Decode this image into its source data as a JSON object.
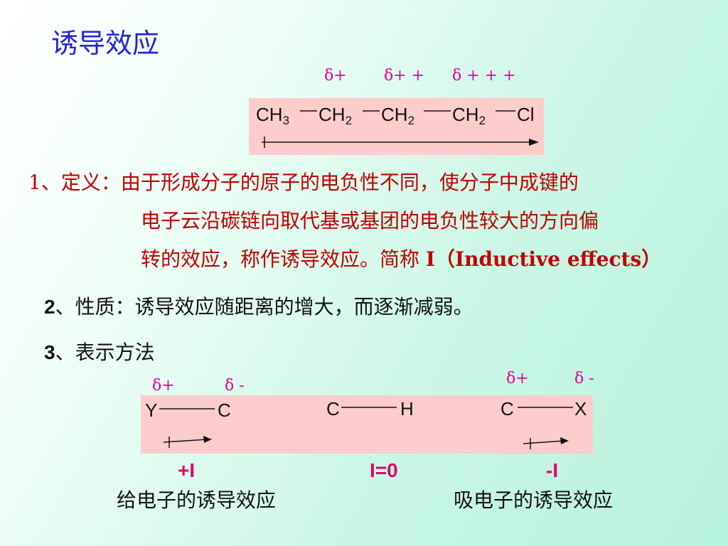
{
  "slide": {
    "title": "诱导效应",
    "top_formula": {
      "deltas": [
        "δ+",
        "δ+ +",
        "δ + + +"
      ],
      "groups": [
        "CH",
        "3",
        "CH",
        "2",
        "CH",
        "2",
        "CH",
        "2",
        "Cl"
      ]
    },
    "definition": {
      "prefix": "1、定义：",
      "line1": "由于形成分子的原子的电负性不同，使分子中成键的",
      "line2": "电子云沿碳链向取代基或基团的电负性较大的方向偏",
      "line3_a": "转的效应，称作诱导效应。简称 ",
      "line3_b": "I（Inductive effects）"
    },
    "property": {
      "num": "2",
      "text": "、性质：诱导效应随距离的增大，而逐渐减弱。"
    },
    "notation": {
      "num": "3",
      "text": "、表示方法"
    },
    "bottom_diagram": {
      "d1_plus": "δ+",
      "d1_minus": "δ -",
      "d2_plus": "δ+",
      "d2_minus": "δ -",
      "y_atom": "Y",
      "c1_atom": "C",
      "c2_atom": "C",
      "h_atom": "H",
      "c3_atom": "C",
      "x_atom": "X",
      "label_plus": "+I",
      "label_zero": "I=0",
      "label_minus": "-I",
      "caption_left": "给电子的诱导效应",
      "caption_right": "吸电子的诱导效应"
    }
  }
}
